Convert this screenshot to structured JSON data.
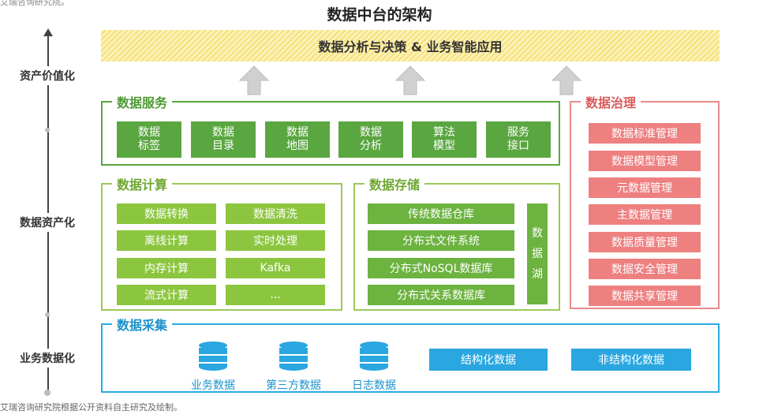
{
  "header": {
    "title": "数据中台的架构",
    "top_cut_text": "艾瑞咨询研究院。"
  },
  "banner": {
    "text": "数据分析与决策 & 业务智能应用"
  },
  "axis": {
    "labels": [
      "资产价值化",
      "数据资产化",
      "业务数据化"
    ]
  },
  "services": {
    "title": "数据服务",
    "items": [
      {
        "label": "数据\n标签"
      },
      {
        "label": "数据\n目录"
      },
      {
        "label": "数据\n地图"
      },
      {
        "label": "数据\n分析"
      },
      {
        "label": "算法\n模型"
      },
      {
        "label": "服务\n接口"
      }
    ]
  },
  "governance": {
    "title": "数据治理",
    "items": [
      "数据标准管理",
      "数据模型管理",
      "元数据管理",
      "主数据管理",
      "数据质量管理",
      "数据安全管理",
      "数据共享管理"
    ]
  },
  "computing": {
    "title": "数据计算",
    "items": [
      "数据转换",
      "数据清洗",
      "离线计算",
      "实时处理",
      "内存计算",
      "Kafka",
      "流式计算",
      "..."
    ]
  },
  "storage": {
    "title": "数据存储",
    "items": [
      "传统数据仓库",
      "分布式文件系统",
      "分布式NoSQL数据库",
      "分布式关系数据库"
    ],
    "lake": [
      "数",
      "据",
      "湖"
    ]
  },
  "collection": {
    "title": "数据采集",
    "sources": [
      "业务数据",
      "第三方数据",
      "日志数据"
    ],
    "types": [
      "结构化数据",
      "非结构化数据"
    ]
  },
  "footer": {
    "source": "艾瑞咨询研究院根据公开资料自主研究及绘制。"
  },
  "colors": {
    "services": "#5aa640",
    "governance": "#ee8080",
    "computing": "#8cc63f",
    "storage": "#6cb33f",
    "collection": "#2aa7e0",
    "banner": "#f6e07a"
  }
}
